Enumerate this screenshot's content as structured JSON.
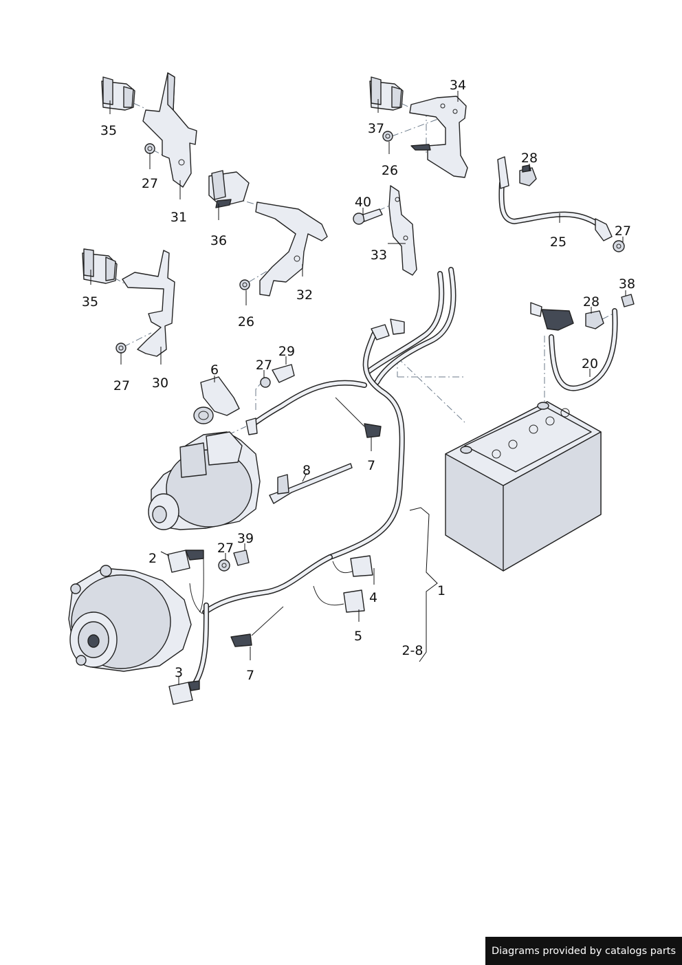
{
  "callouts": {
    "c35a": "35",
    "c27a": "27",
    "c31": "31",
    "c36": "36",
    "c35b": "35",
    "c30": "30",
    "c27b": "27",
    "c32": "32",
    "c26a": "26",
    "c34": "34",
    "c37": "37",
    "c26b": "26",
    "c40": "40",
    "c33": "33",
    "c28a": "28",
    "c25": "25",
    "c27c": "27",
    "c38": "38",
    "c28b": "28",
    "c20": "20",
    "c6": "6",
    "c27d": "27",
    "c29": "29",
    "c7a": "7",
    "c8": "8",
    "c2": "2",
    "c27e": "27",
    "c39": "39",
    "c4": "4",
    "c1": "1",
    "c5": "5",
    "c2_8": "2-8",
    "c7b": "7",
    "c3": "3"
  },
  "credit": "Diagrams provided by catalogs parts"
}
